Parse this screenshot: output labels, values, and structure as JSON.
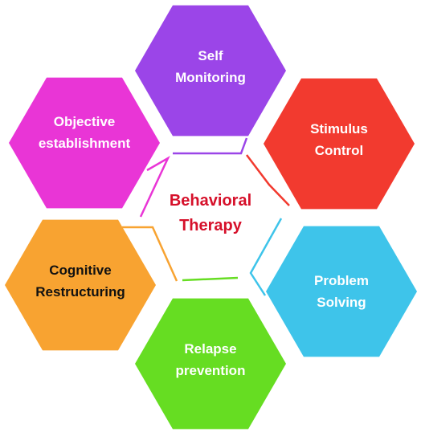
{
  "center": {
    "line1": "Behavioral",
    "line2": "Therapy",
    "color": "#d6102a"
  },
  "hexagons": [
    {
      "id": "self-monitoring",
      "line1": "Self",
      "line2": "Monitoring",
      "fill": "#9b45e8",
      "text_color": "#ffffff"
    },
    {
      "id": "stimulus-control",
      "line1": "Stimulus",
      "line2": "Control",
      "fill": "#f23a2f",
      "text_color": "#ffffff"
    },
    {
      "id": "problem-solving",
      "line1": "Problem",
      "line2": "Solving",
      "fill": "#3ec4ea",
      "text_color": "#ffffff"
    },
    {
      "id": "relapse-prevention",
      "line1": "Relapse",
      "line2": "prevention",
      "fill": "#66dd22",
      "text_color": "#ffffff"
    },
    {
      "id": "cognitive-restructuring",
      "line1": "Cognitive",
      "line2": "Restructuring",
      "fill": "#f8a331",
      "text_color": "#111111"
    },
    {
      "id": "objective-establishment",
      "line1": "Objective",
      "line2": "establishment",
      "fill": "#e935d6",
      "text_color": "#ffffff"
    }
  ]
}
